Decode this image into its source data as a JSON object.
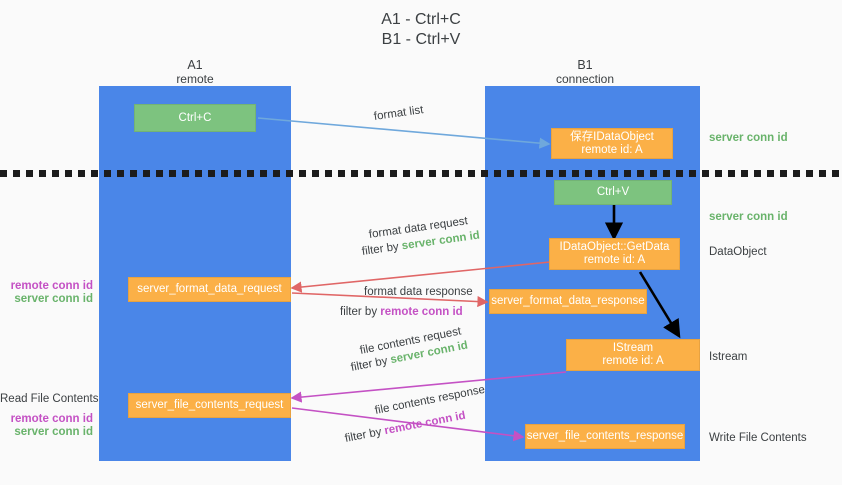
{
  "title": {
    "line1": "A1 - Ctrl+C",
    "line2": "B1 - Ctrl+V"
  },
  "columns": {
    "left": {
      "name": "A1",
      "role": "remote"
    },
    "right": {
      "name": "B1",
      "role": "connection"
    }
  },
  "colors": {
    "lane": "#4a86e8",
    "green_box": "#7dc37f",
    "orange_box": "#fbb047",
    "server_conn_id": "#69b36b",
    "remote_conn_id": "#c451c4",
    "arrow_format_list": "#6fa8dc",
    "arrow_format_data": "#e06666",
    "arrow_file_contents": "#c451c4",
    "arrow_black": "#000000",
    "divider": "#1c1c1c",
    "background": "#fafafa",
    "text": "#3c4043"
  },
  "boxes": {
    "ctrl_c": {
      "label": "Ctrl+C"
    },
    "save_dataobject": {
      "line1": "保存IDataObject",
      "line2": "remote id: A"
    },
    "ctrl_v": {
      "label": "Ctrl+V"
    },
    "getdata": {
      "line1": "IDataObject::GetData",
      "line2": "remote id: A"
    },
    "istream": {
      "line1": "IStream",
      "line2": "remote id: A"
    },
    "server_format_data_request": {
      "label": "server_format_data_request"
    },
    "server_format_data_response": {
      "label": "server_format_data_response"
    },
    "server_file_contents_request": {
      "label": "server_file_contents_request"
    },
    "server_file_contents_response": {
      "label": "server_file_contents_response"
    }
  },
  "arrow_labels": {
    "format_list": "format list",
    "format_data_request": "format data request",
    "format_data_request_filter_prefix": "filter by ",
    "format_data_request_filter_value": "server conn id",
    "format_data_response": "format data response",
    "format_data_response_filter_prefix": "filter by ",
    "format_data_response_filter_value": "remote conn id",
    "file_contents_request": "file contents request",
    "file_contents_request_filter_prefix": "filter by ",
    "file_contents_request_filter_value": "server conn id",
    "file_contents_response": "file contents response",
    "file_contents_response_filter_prefix": "filter by ",
    "file_contents_response_filter_value": "remote conn id"
  },
  "right_annotations": {
    "server_conn_id_top": "server conn id",
    "server_conn_id_mid": "server conn id",
    "dataobject": "DataObject",
    "istream": "Istream",
    "write_file_contents": "Write File Contents"
  },
  "left_annotations": {
    "remote_conn_id_1": "remote conn id",
    "server_conn_id_1": "server conn id",
    "read_file_contents": "Read File Contents",
    "remote_conn_id_2": "remote conn id",
    "server_conn_id_2": "server conn id"
  }
}
